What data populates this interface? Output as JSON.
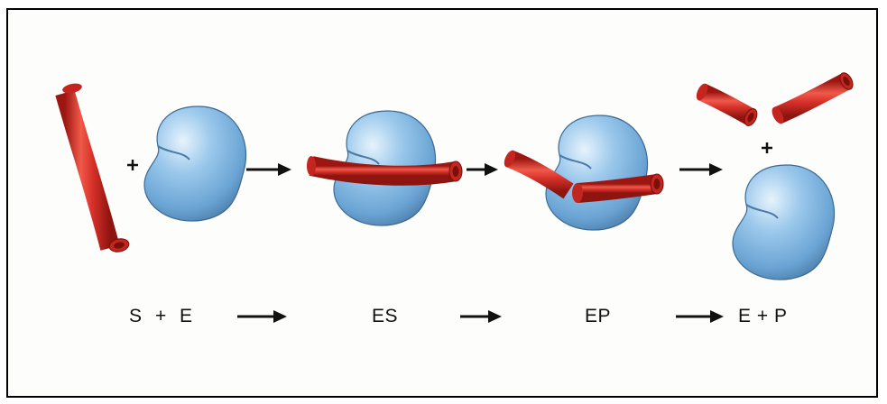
{
  "equation": {
    "substrate": "S",
    "plus": "+",
    "enzyme": "E",
    "complex_es": "ES",
    "complex_ep": "EP",
    "products": "E + P"
  },
  "icons": {
    "substrate": "red-rod",
    "enzyme": "blue-kidney-shape",
    "arrow": "right-arrow"
  },
  "colors": {
    "substrate_red": "#d8322a",
    "enzyme_blue": "#7fb6e0",
    "arrow": "#111111",
    "border": "#000000"
  }
}
